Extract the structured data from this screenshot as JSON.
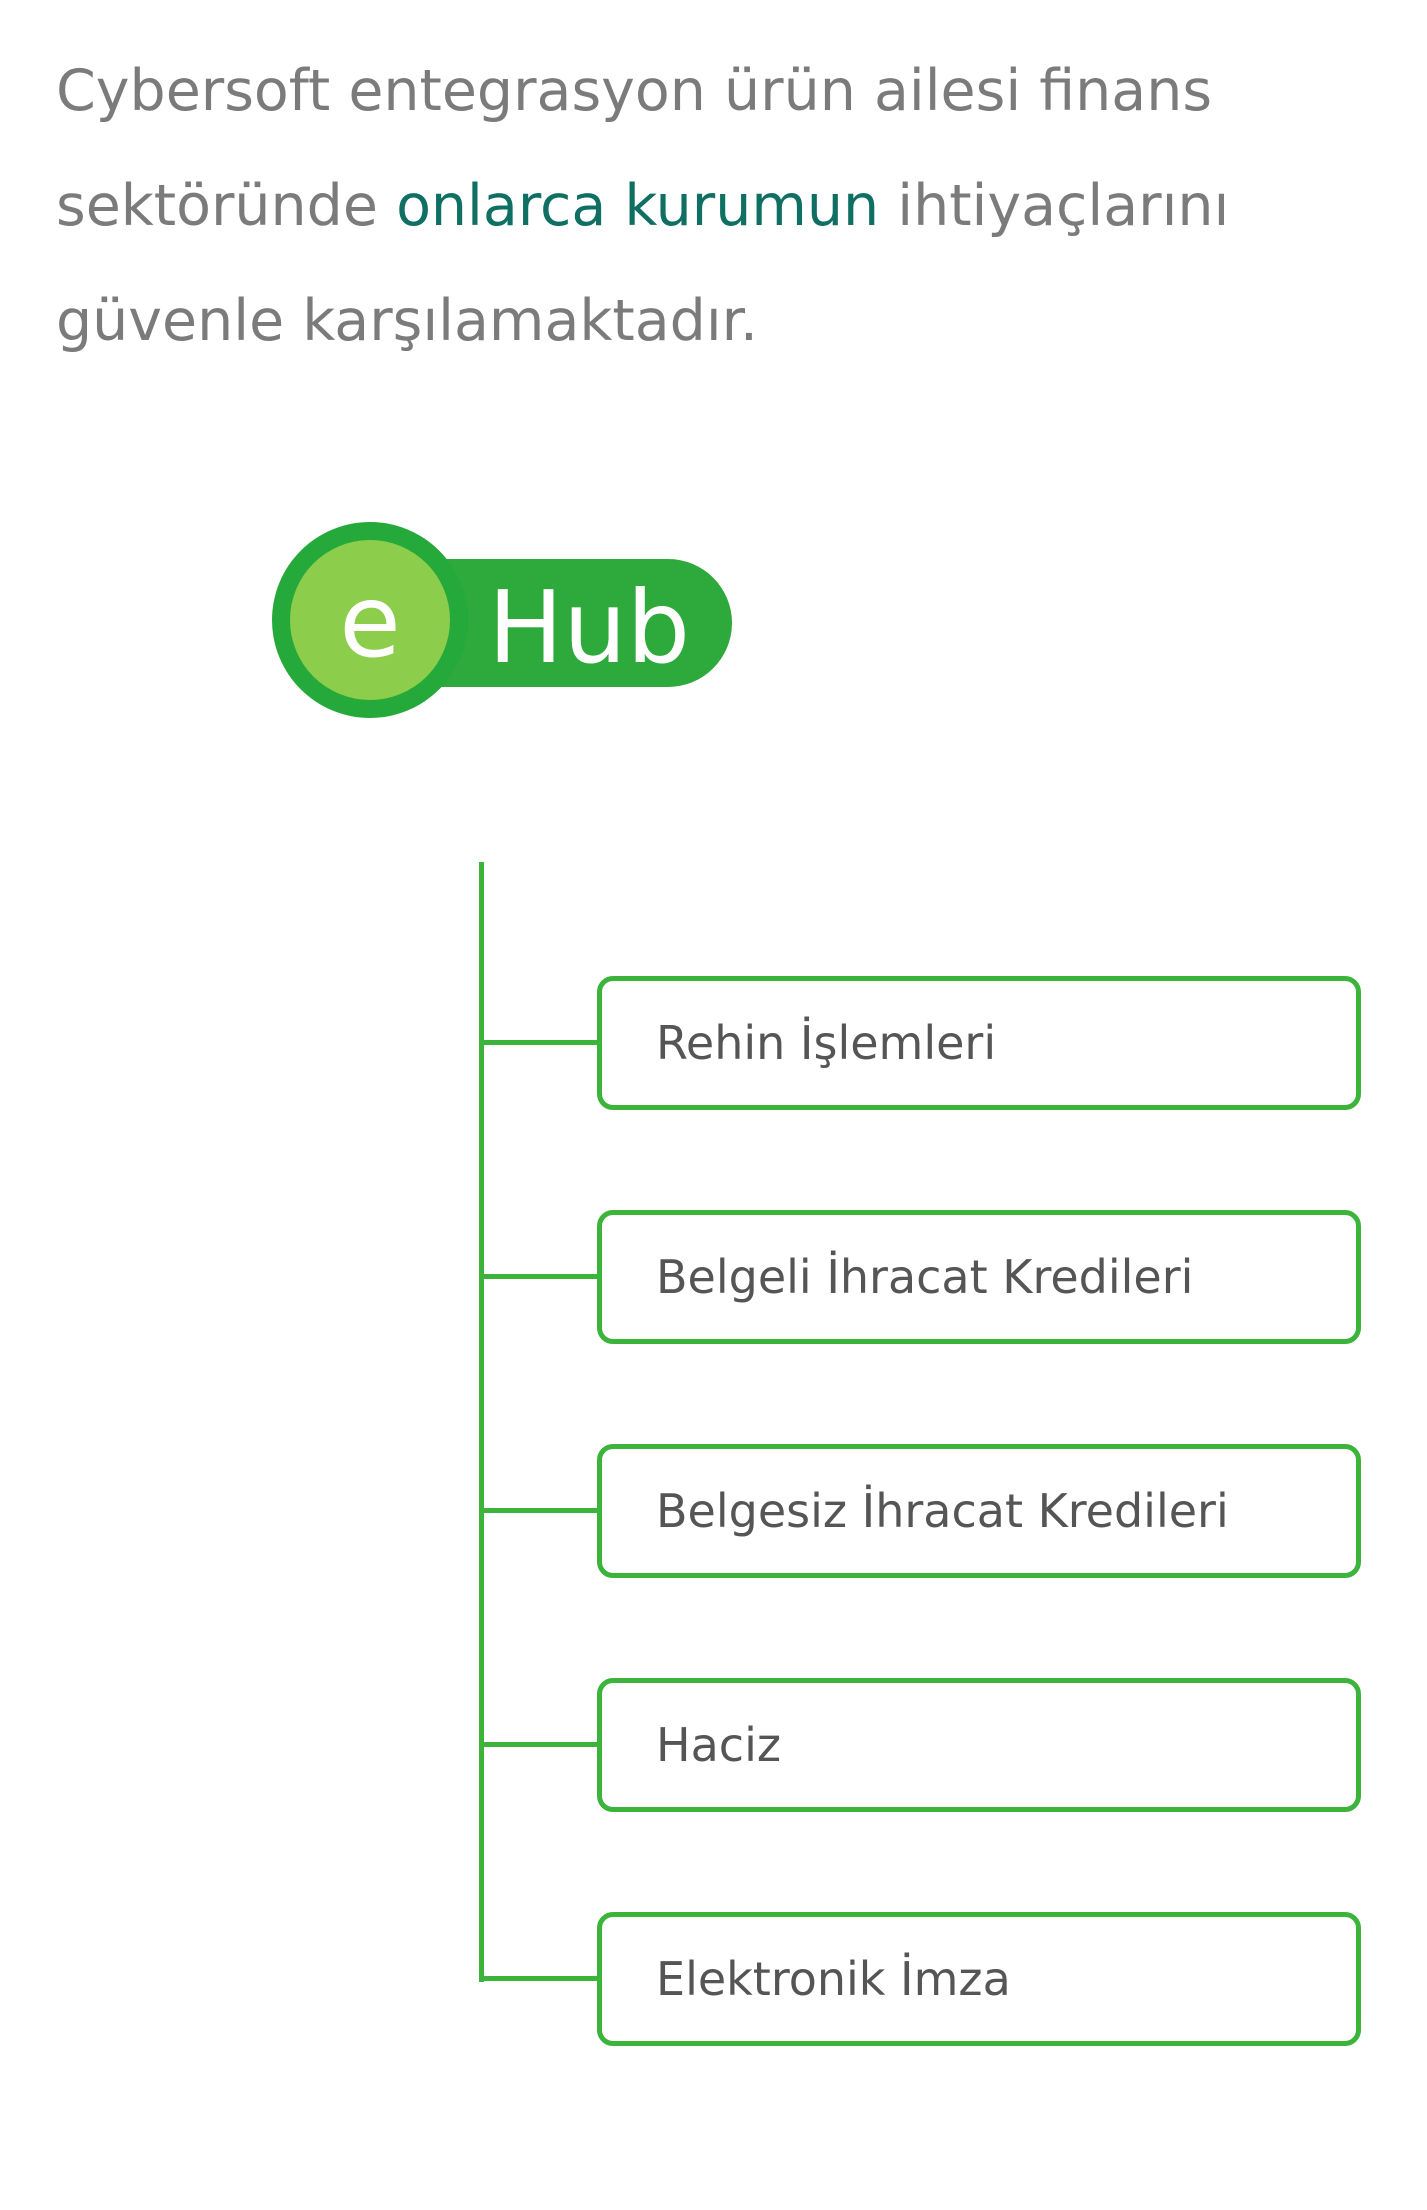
{
  "intro": {
    "before": "Cybersoft entegrasyon ürün ailesi finans sektöründe ",
    "highlight": "onlarca kurumun",
    "after": " ihtiyaçlarını güvenle karşılamaktadır."
  },
  "logo": {
    "letter": "e",
    "name": "Hub"
  },
  "items": [
    {
      "label": "Rehin İşlemleri"
    },
    {
      "label": "Belgeli İhracat Kredileri"
    },
    {
      "label": "Belgesiz İhracat Kredileri"
    },
    {
      "label": "Haciz"
    },
    {
      "label": "Elektronik İmza"
    }
  ],
  "colors": {
    "accent_green": "#3cb43c",
    "highlight_teal": "#0f6f63",
    "text_gray": "#7b7b7b"
  }
}
